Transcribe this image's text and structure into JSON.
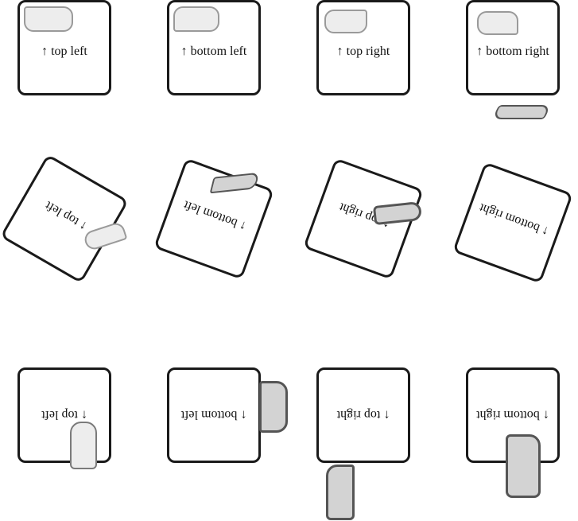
{
  "boxes": [
    {
      "label": "↑ top left"
    },
    {
      "label": "↑ bottom left"
    },
    {
      "label": "↑ top right"
    },
    {
      "label": "↑ bottom right"
    },
    {
      "label": "↑ top left"
    },
    {
      "label": "↑ bottom left"
    },
    {
      "label": "↑ top right"
    },
    {
      "label": "↑ bottom right"
    },
    {
      "label": "↑ top left"
    },
    {
      "label": "↑ bottom left"
    },
    {
      "label": "↑ top right"
    },
    {
      "label": "↑ bottom right"
    }
  ]
}
